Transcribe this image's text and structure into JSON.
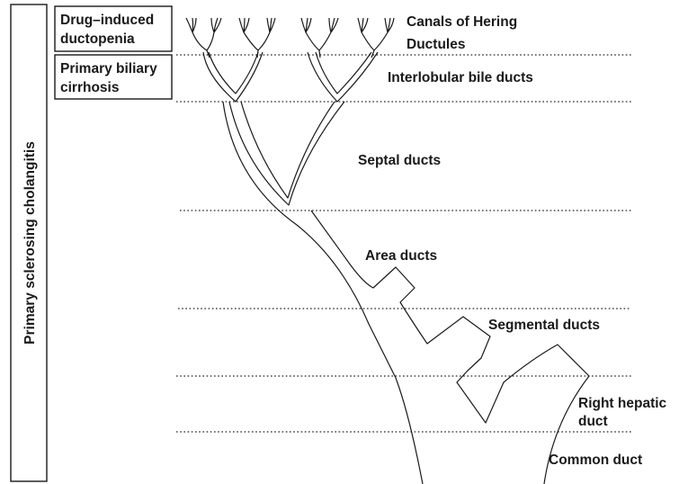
{
  "disease_labels": {
    "dilo": "Drug–induced ductopenia",
    "dilo_line1": "Drug–induced",
    "dilo_line2": "ductopenia",
    "pbc": "Primary biliary cirrhosis",
    "pbc_line1": "Primary biliary",
    "pbc_line2": "cirrhosis",
    "psc": "Primary sclerosing cholangitis"
  },
  "duct_levels": {
    "canals": "Canals of Hering",
    "ductules": "Ductules",
    "interlobular": "Interlobular bile ducts",
    "septal": "Septal ducts",
    "area": "Area ducts",
    "segmental": "Segmental ducts",
    "right_hepatic_line1": "Right hepatic",
    "right_hepatic_line2": "duct",
    "common": "Common duct"
  }
}
